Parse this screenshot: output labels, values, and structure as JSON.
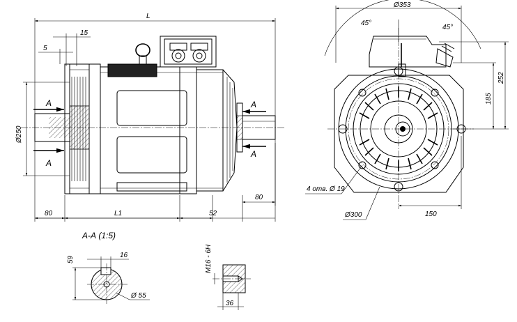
{
  "drawing": {
    "dimensions": {
      "overall_length": "L",
      "flange_offset": "15",
      "flange_thickness": "5",
      "flange_diameter": "Ø250",
      "shaft_length_left": "80",
      "body_length": "L1",
      "bearing_offset": "52",
      "shaft_length_right": "80",
      "housing_diameter": "Ø353",
      "angle_left": "45°",
      "angle_right": "45°",
      "total_height": "252",
      "center_height": "185",
      "holes": "4 отв. Ø 19",
      "bolt_circle": "Ø300",
      "half_width": "150"
    },
    "section": {
      "title": "А-А (1:5)",
      "key_height": "59",
      "key_width": "16",
      "shaft_diameter": "Ø 55"
    },
    "thread": {
      "label": "М16 - 6Н",
      "depth": "36"
    },
    "section_markers": [
      "А",
      "А",
      "А",
      "А"
    ]
  }
}
